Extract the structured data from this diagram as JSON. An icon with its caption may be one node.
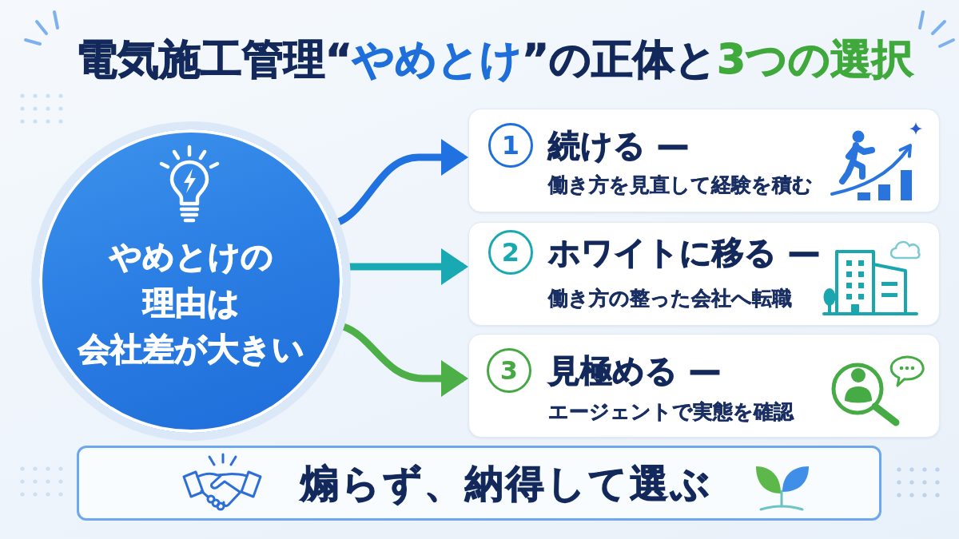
{
  "diagram": {
    "title": "電気施工管理“*やめとけ*”の正体と**3つの選択**",
    "nodes": [
      {
        "text": [
          "やめとけの理由は会社差が大きい"
        ]
      },
      {
        "text": [
          "続ける —",
          "働き方を見直して経験を積む"
        ]
      },
      {
        "text": [
          "1"
        ],
        "in": 1
      },
      {
        "text": [
          "ホワイトに移る —",
          "働き方の整った会社へ転職"
        ]
      },
      {
        "text": [
          "2"
        ],
        "in": 3
      },
      {
        "text": [
          "見極める —",
          "エージェントで実態を確認"
        ]
      },
      {
        "text": [
          "3"
        ],
        "in": 5
      },
      {
        "text": [
          "煽らず、納得して選ぶ"
        ]
      }
    ],
    "edges": [
      {
        "from": 0,
        "to": 1,
        "arrow": "to",
        "color": "#1f72e0"
      },
      {
        "from": 0,
        "to": 3,
        "arrow": "to",
        "color": "#18a9b2"
      },
      {
        "from": 0,
        "to": 5,
        "arrow": "to",
        "color": "#4caf48"
      }
    ]
  }
}
